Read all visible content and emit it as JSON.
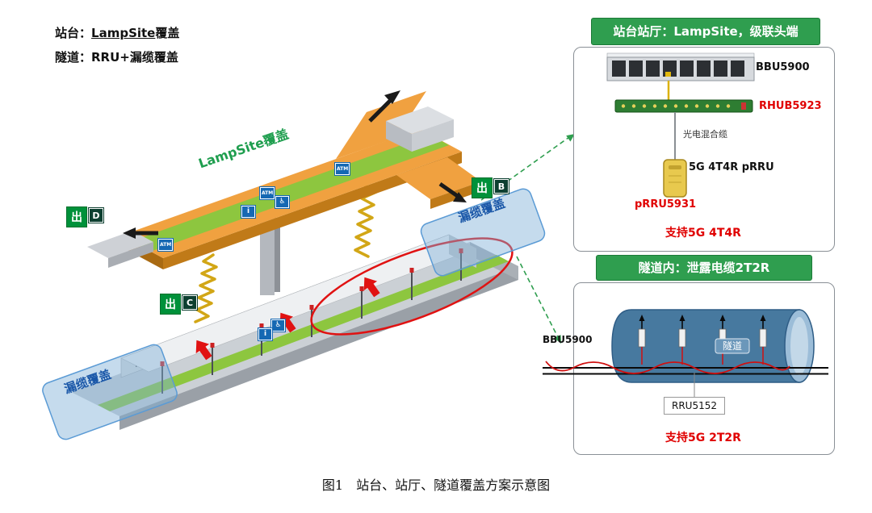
{
  "legend": {
    "line1_prefix": "站台：",
    "line1_em": "LampSite",
    "line1_suffix": "覆盖",
    "line2": "隧道：RRU+漏缆覆盖"
  },
  "diagram": {
    "hall_coverage_label": "LampSite覆盖",
    "leaky_right_label": "漏缆覆盖",
    "leaky_left_label": "漏缆覆盖",
    "exit_char": "出",
    "exits": [
      {
        "letter": "D"
      },
      {
        "letter": "B"
      },
      {
        "letter": "C"
      }
    ],
    "icons": {
      "atm": "ATM",
      "wheelchair": "♿",
      "info": "i"
    }
  },
  "panel_top": {
    "title": "站台站厅：LampSite，级联头端",
    "bbu_label": "BBU5900",
    "rhub_label": "RHUB5923",
    "cable_label": "光电混合缆",
    "prru_title": "5G 4T4R pRRU",
    "prru_model": "pRRU5931",
    "support_label": "支持5G 4T4R"
  },
  "panel_bottom": {
    "title": "隧道内：泄露电缆2T2R",
    "bbu_label": "BBU5900",
    "tunnel_label": "隧道",
    "rru_label": "RRU5152",
    "support_label": "支持5G 2T2R"
  },
  "caption": "图1　站台、站厅、隧道覆盖方案示意图",
  "colors": {
    "header_green": "#2f9e4f",
    "hall_orange": "#f0a140",
    "coverage_green": "#8dc63f",
    "leaky_blue": "#1a57a8",
    "alert_red": "#e00000"
  }
}
